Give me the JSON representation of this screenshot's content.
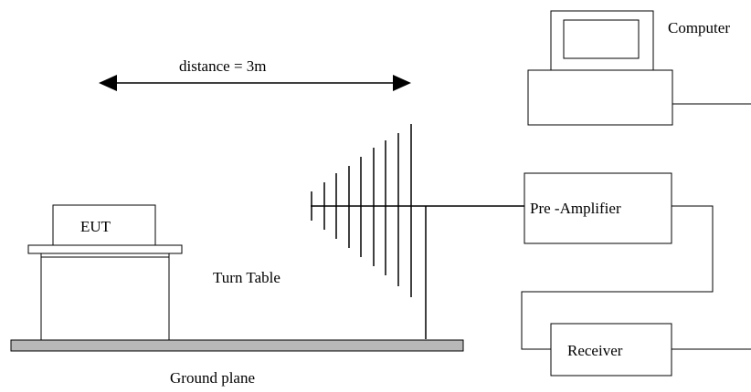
{
  "labels": {
    "distance": "distance = 3m",
    "computer": "Computer",
    "eut": "EUT",
    "pre_amplifier": "Pre -Amplifier",
    "turn_table": "Turn Table",
    "receiver": "Receiver",
    "ground_plane": "Ground plane"
  },
  "colors": {
    "stroke": "#000000",
    "ground_plane_fill": "#b8b8b8",
    "background": "#ffffff"
  }
}
